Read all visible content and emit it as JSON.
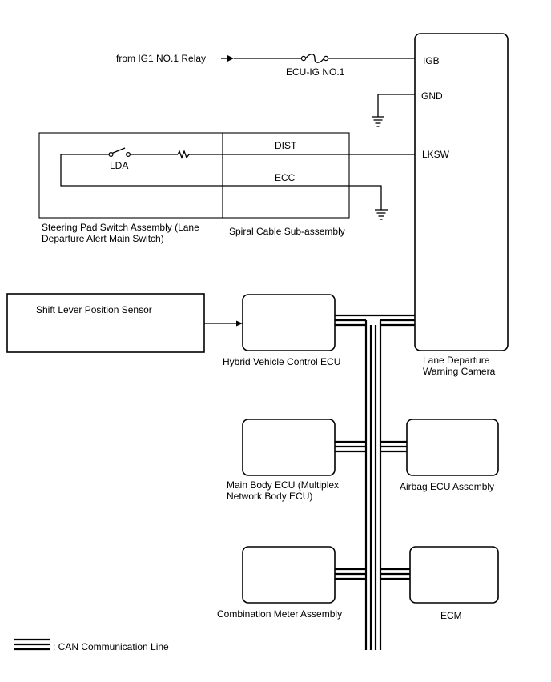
{
  "inputs": {
    "ig1_relay": "from IG1 NO.1 Relay",
    "fuse": "ECU-IG NO.1"
  },
  "camera": {
    "pins": {
      "igb": "IGB",
      "gnd": "GND",
      "lksw": "LKSW"
    },
    "label_line1": "Lane Departure",
    "label_line2": "Warning Camera"
  },
  "steering": {
    "switch_label": "LDA",
    "label_line1": "Steering Pad Switch Assembly (Lane",
    "label_line2": "Departure Alert Main Switch)"
  },
  "spiral": {
    "dist_label": "DIST",
    "ecc_label": "ECC",
    "label": "Spiral Cable Sub-assembly"
  },
  "ecus": {
    "shift_lever": "Shift Lever Position Sensor",
    "hybrid": "Hybrid Vehicle Control ECU",
    "main_body_line1": "Main Body ECU (Multiplex",
    "main_body_line2": "Network Body ECU)",
    "airbag": "Airbag ECU Assembly",
    "combination_meter": "Combination Meter Assembly",
    "ecm": "ECM"
  },
  "legend": {
    "can_line": ": CAN Communication Line"
  }
}
